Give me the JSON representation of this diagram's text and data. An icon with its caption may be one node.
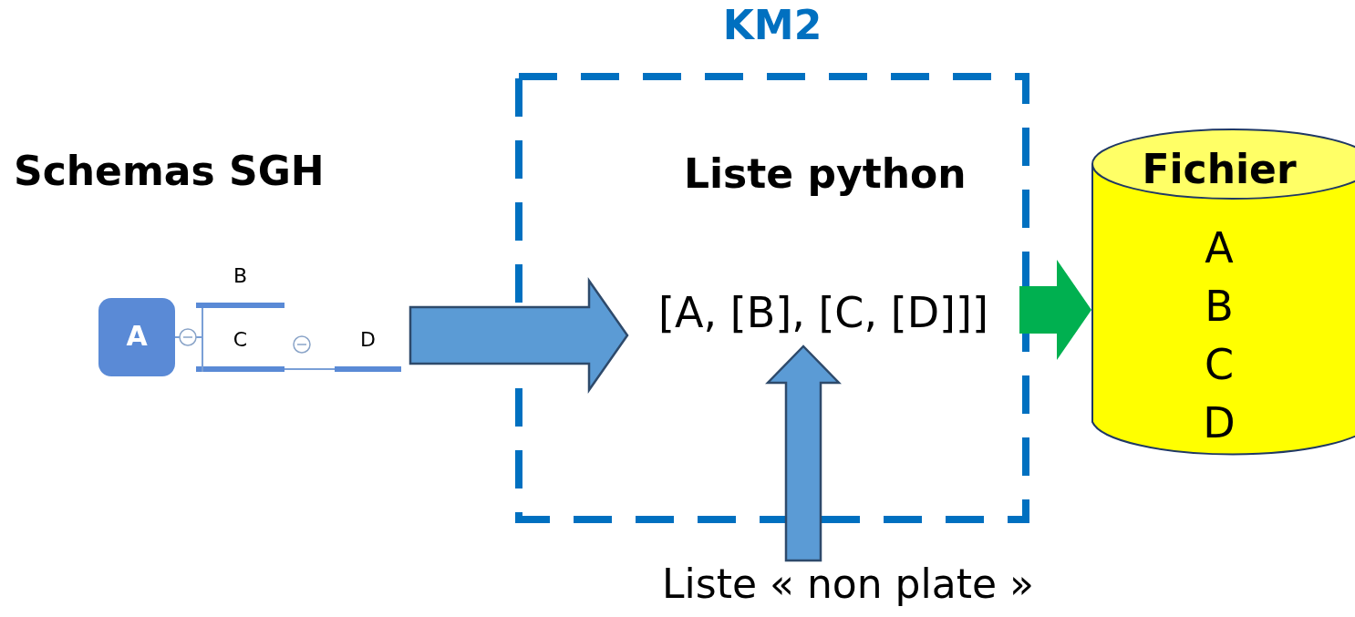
{
  "diagram": {
    "nodes": [
      {
        "text": [
          "Schemas SGH"
        ]
      },
      {
        "text": [
          "A"
        ],
        "in": 0
      },
      {
        "text": [
          "B"
        ],
        "in": 0
      },
      {
        "text": [
          "C"
        ],
        "in": 0
      },
      {
        "text": [
          "D"
        ],
        "in": 0
      },
      {
        "text": [
          "KM2",
          "Liste python"
        ]
      },
      {
        "text": [
          "[A, [B], [C, [D]]]"
        ],
        "in": 5
      },
      {
        "text": [
          "Fichier",
          "A B C D"
        ]
      },
      {
        "text": [
          "Liste « non plate »"
        ]
      }
    ],
    "edges": [
      {
        "from": 1,
        "to": 2,
        "arrow": "none"
      },
      {
        "from": 1,
        "to": 3,
        "arrow": "none"
      },
      {
        "from": 3,
        "to": 4,
        "arrow": "none"
      },
      {
        "from": 0,
        "to": 6,
        "arrow": "to",
        "style": "thick",
        "color": "#5b9bd5"
      },
      {
        "from": 6,
        "to": 7,
        "arrow": "to",
        "style": "thick",
        "color": "#00b050"
      },
      {
        "from": 8,
        "to": 6,
        "arrow": "to",
        "style": "thick",
        "color": "#5b9bd5"
      }
    ]
  }
}
